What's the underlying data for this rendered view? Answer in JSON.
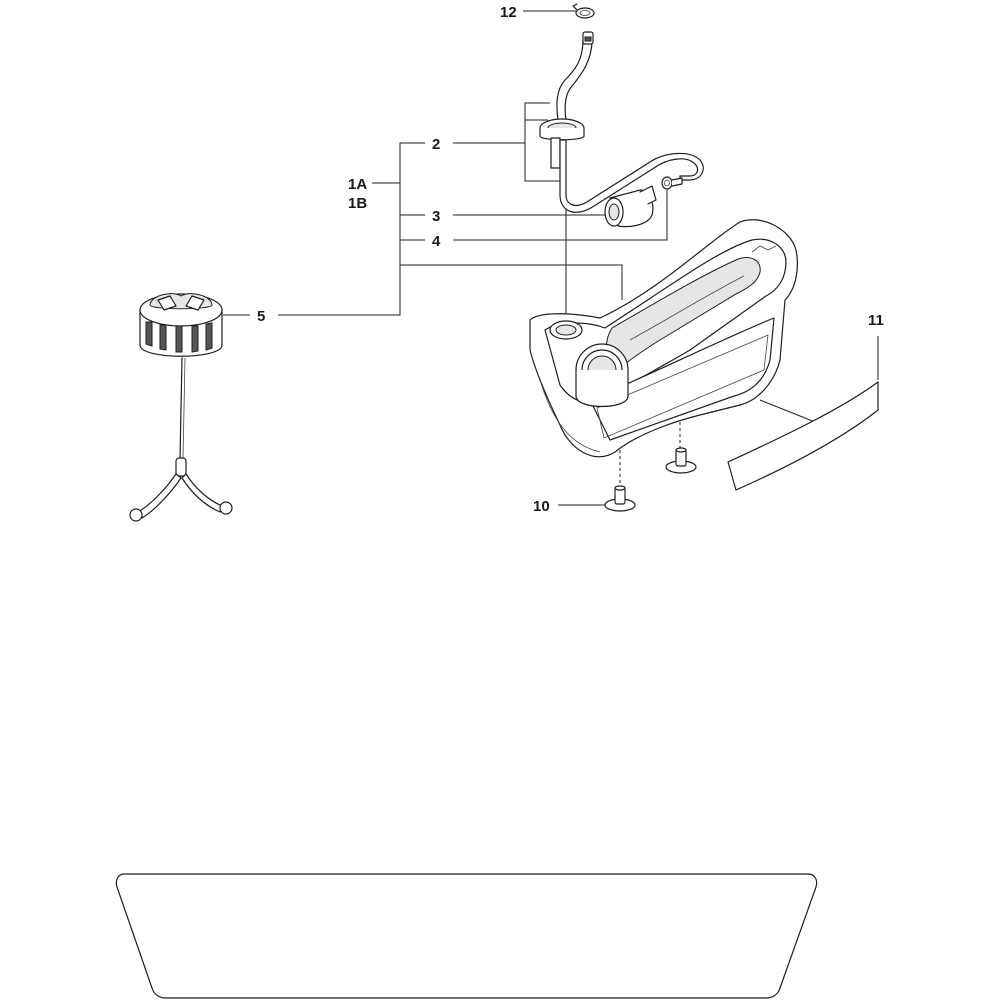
{
  "callouts": {
    "c12": "12",
    "c2": "2",
    "c1a": "1A",
    "c1b": "1B",
    "c3": "3",
    "c4": "4",
    "c5": "5",
    "c11": "11",
    "c10": "10"
  }
}
